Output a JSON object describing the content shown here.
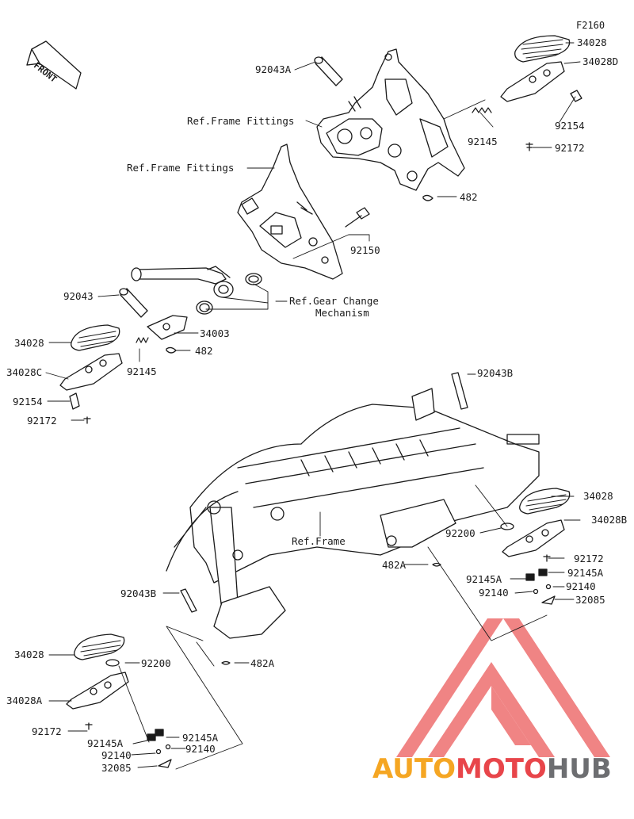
{
  "figure_code": "F2160",
  "front_label": "FRONT",
  "labels": {
    "p92043A": "92043A",
    "ref_frame_fittings_1": "Ref.Frame Fittings",
    "ref_frame_fittings_2": "Ref.Frame Fittings",
    "p34028_tr": "34028",
    "p34028D": "34028D",
    "p92154_tr": "92154",
    "p92145_tr": "92145",
    "p92172_tr": "92172",
    "p482_tr": "482",
    "p92150": "92150",
    "p92043": "92043",
    "ref_gear_change_1": "Ref.Gear Change",
    "ref_gear_change_2": "Mechanism",
    "p34003": "34003",
    "p482_l": "482",
    "p34028_l": "34028",
    "p34028C": "34028C",
    "p92145_l": "92145",
    "p92154_l": "92154",
    "p92172_l": "92172",
    "p92043B_top": "92043B",
    "ref_frame": "Ref.Frame",
    "p34028_r": "34028",
    "p34028B": "34028B",
    "p92200_r": "92200",
    "p92172_r": "92172",
    "p482A_r": "482A",
    "p92145A_r1": "92145A",
    "p92145A_r2": "92145A",
    "p92140_r1": "92140",
    "p92140_r2": "92140",
    "p32085_r": "32085",
    "p92043B_bl": "92043B",
    "p34028_bl": "34028",
    "p92200_bl": "92200",
    "p482A_bl": "482A",
    "p34028A": "34028A",
    "p92172_bl": "92172",
    "p92145A_bl1": "92145A",
    "p92145A_bl2": "92145A",
    "p92140_bl1": "92140",
    "p92140_bl2": "92140",
    "p32085_bl": "32085"
  },
  "watermark": {
    "part1": "AUTO",
    "part2": "MOTO",
    "part3": "HUB",
    "color1": "#f5a623",
    "color2": "#e8454a",
    "color3": "#6d6e71"
  },
  "colors": {
    "line": "#1a1a1a",
    "part_fill": "#ffffff",
    "shade": "#cfcfcf",
    "watermark_red": "#ee6f6f"
  }
}
